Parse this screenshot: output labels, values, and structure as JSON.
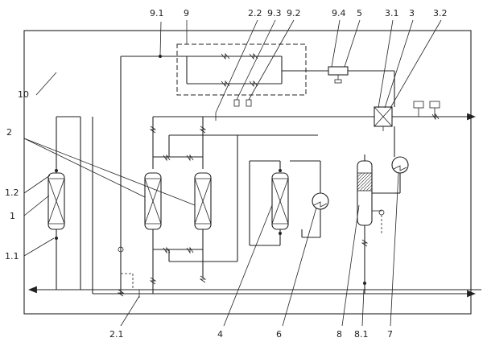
{
  "labels": {
    "l_9_1": "9.1",
    "l_9": "9",
    "l_2_2": "2.2",
    "l_9_3": "9.3",
    "l_9_2": "9.2",
    "l_9_4": "9.4",
    "l_5": "5",
    "l_3_1": "3.1",
    "l_3": "3",
    "l_3_2": "3.2",
    "l_10": "10",
    "l_2": "2",
    "l_1_2": "1.2",
    "l_1": "1",
    "l_1_1": "1.1",
    "l_2_1": "2.1",
    "l_4": "4",
    "l_6": "6",
    "l_8": "8",
    "l_8_1": "8.1",
    "l_7": "7"
  }
}
